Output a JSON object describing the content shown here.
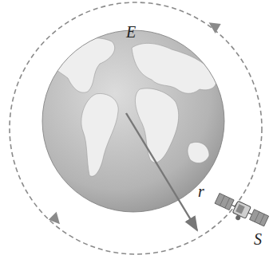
{
  "diagram": {
    "labels": [
      "E",
      "r",
      "S"
    ]
  }
}
